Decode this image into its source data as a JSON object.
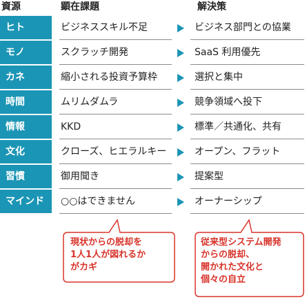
{
  "headers": {
    "resource": "資源",
    "issue": "顕在課題",
    "solution": "解決策"
  },
  "rows": [
    {
      "category": "ヒト",
      "issue": "ビジネススキル不足",
      "solution": "ビジネス部門との協業"
    },
    {
      "category": "モノ",
      "issue": "スクラッチ開発",
      "solution": "SaaS 利用優先"
    },
    {
      "category": "カネ",
      "issue": "縮小される投資予算枠",
      "solution": "選択と集中"
    },
    {
      "category": "時間",
      "issue": "ムリムダムラ",
      "solution": "競争領域へ投下"
    },
    {
      "category": "情報",
      "issue": "KKD",
      "solution": "標準／共通化、共有"
    },
    {
      "category": "文化",
      "issue": "クローズ、ヒエラルキー",
      "solution": "オープン、フラット"
    },
    {
      "category": "習慣",
      "issue": "御用聞き",
      "solution": "提案型"
    },
    {
      "category": "マインド",
      "issue": "○○はできません",
      "solution": "オーナーシップ"
    }
  ],
  "callouts": {
    "left": "現状からの脱却を\n1人1人が図れるか\nがカギ",
    "right": "従来型システム開発\nからの脱却、\n開かれた文化と\n個々の自立"
  },
  "colors": {
    "category_bg": "#1b95b5",
    "arrow": "#1b95b5",
    "callout": "#d8332a"
  }
}
